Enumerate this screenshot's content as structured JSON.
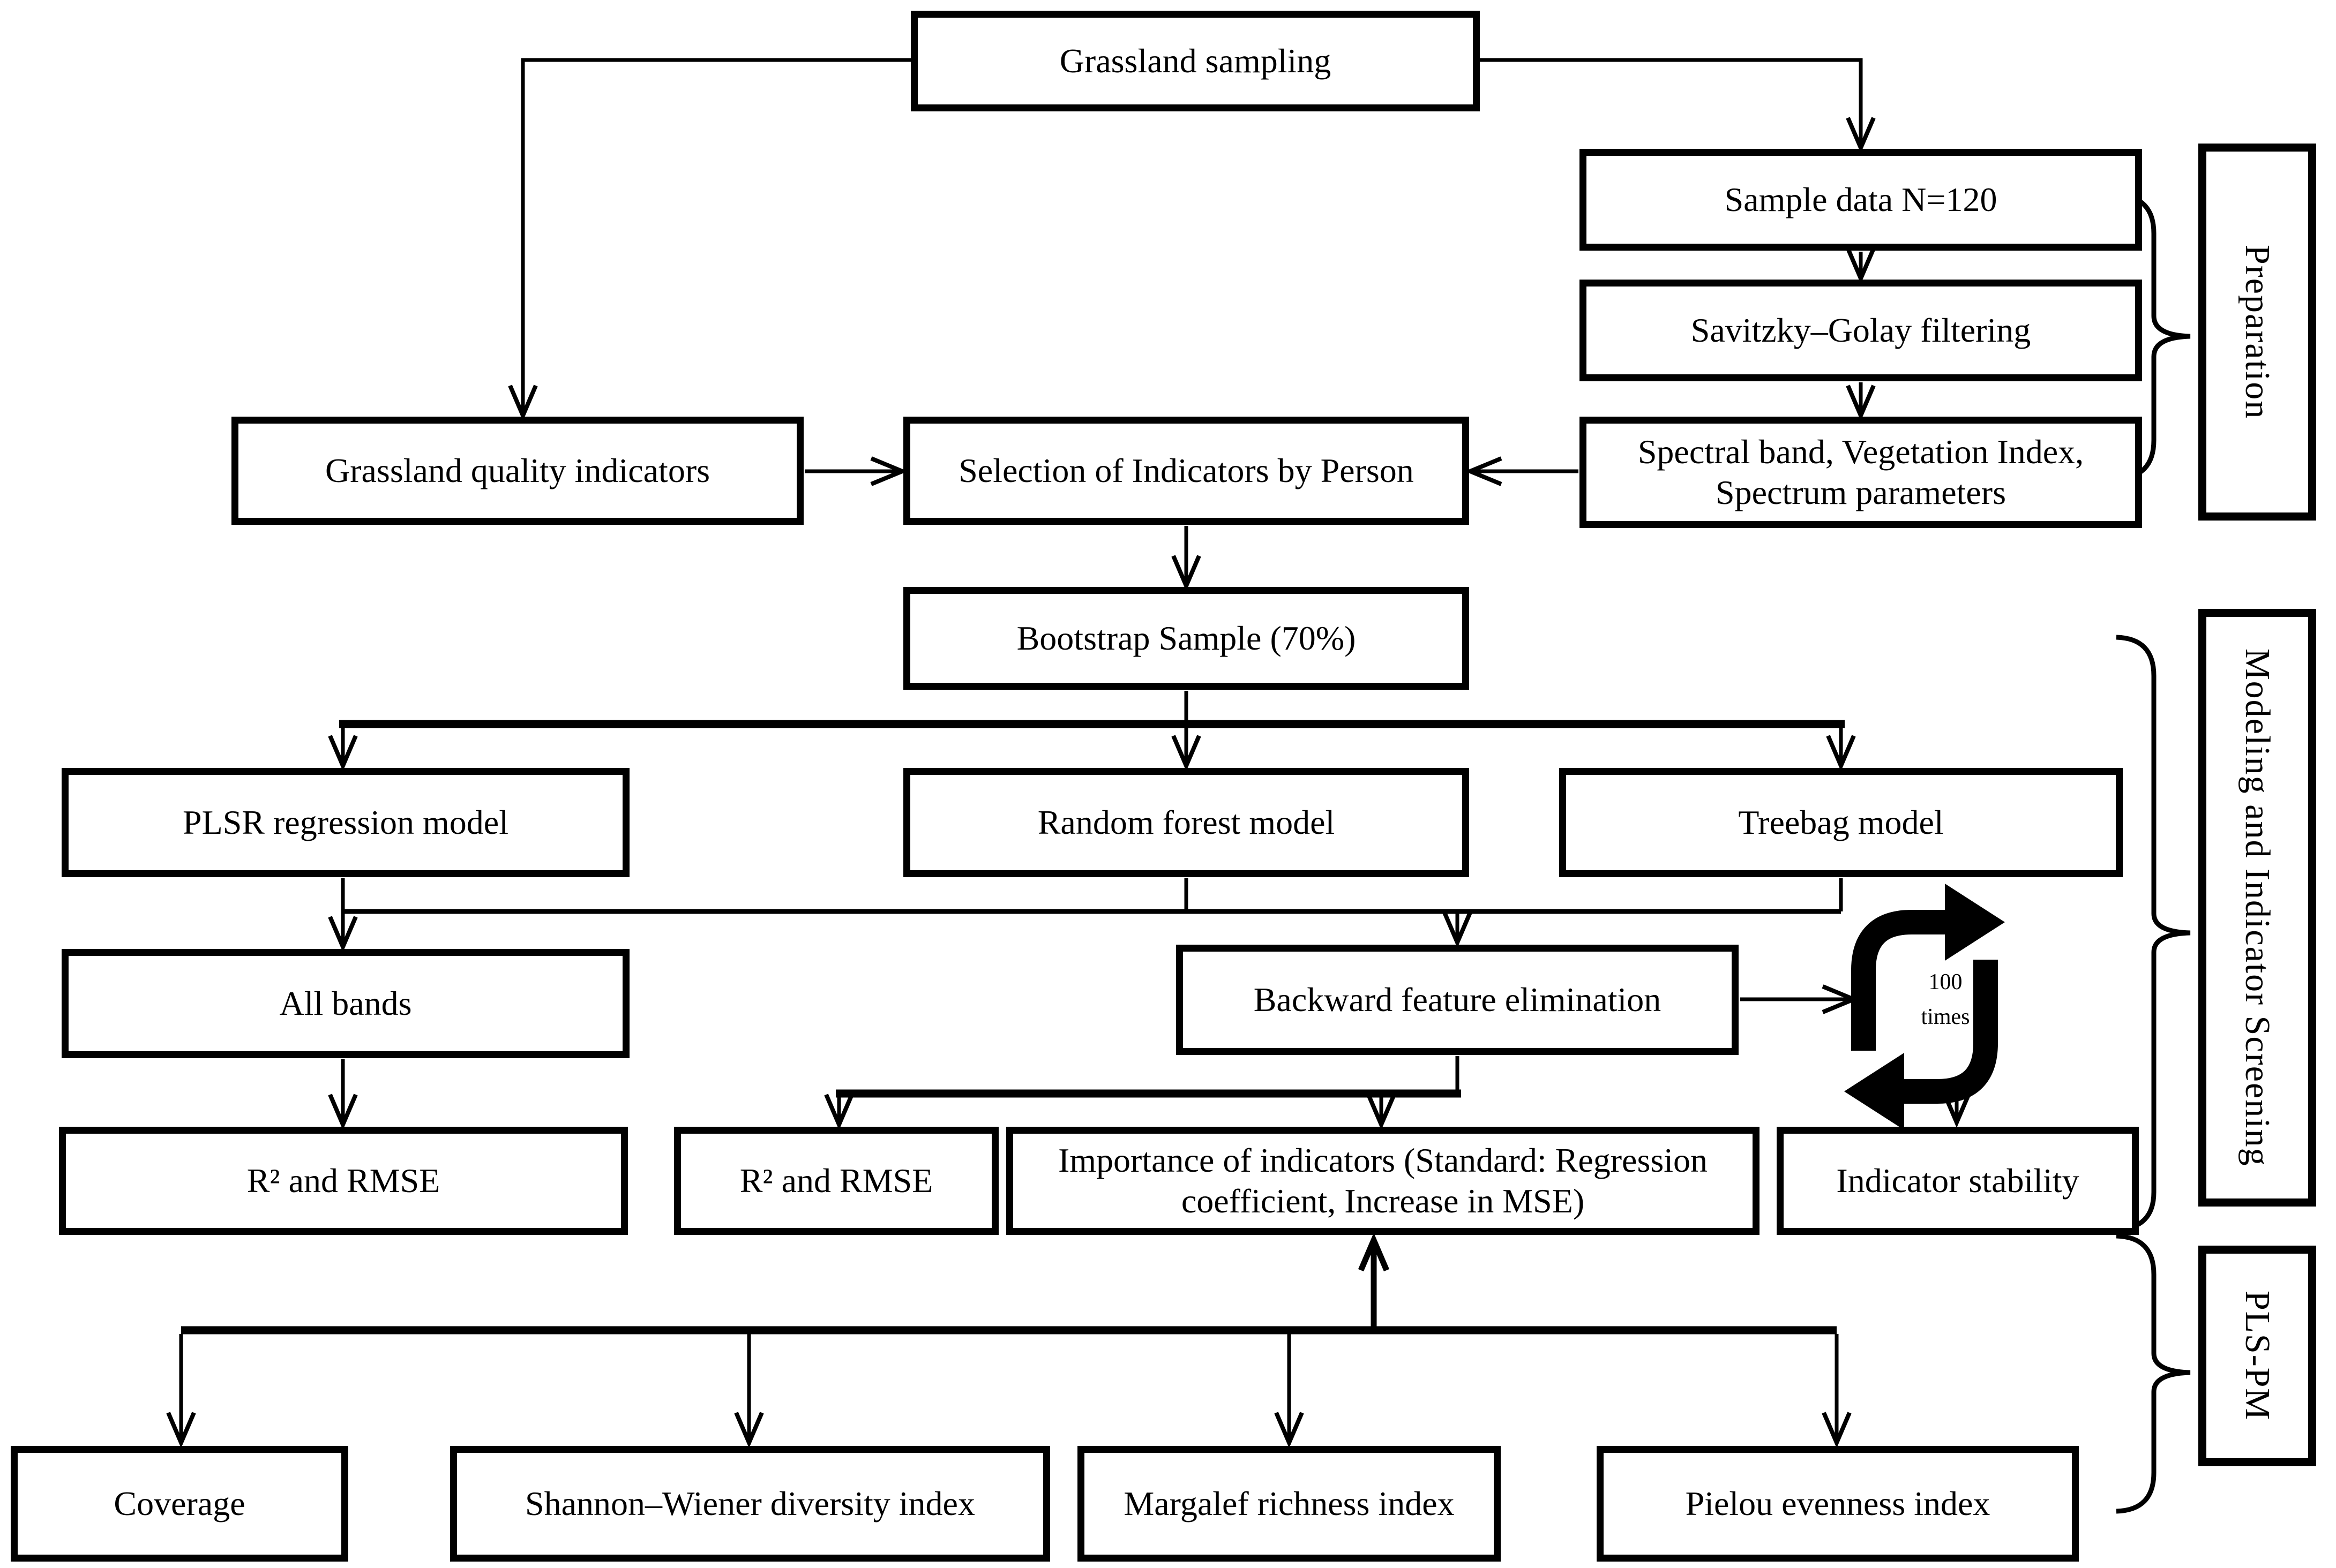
{
  "nodes": {
    "grassland_sampling": {
      "label": "Grassland sampling"
    },
    "sample_data": {
      "label": "Sample data N=120"
    },
    "sg_filtering": {
      "label": "Savitzky–Golay filtering"
    },
    "spectral_band": {
      "label": "Spectral band, Vegetation Index, Spectrum parameters"
    },
    "grassland_quality": {
      "label": "Grassland quality indicators"
    },
    "selection": {
      "label": "Selection of Indicators by Person"
    },
    "bootstrap": {
      "label": "Bootstrap Sample (70%)"
    },
    "plsr": {
      "label": "PLSR regression model"
    },
    "random_forest": {
      "label": "Random forest model"
    },
    "treebag": {
      "label": "Treebag model"
    },
    "all_bands": {
      "label": "All bands"
    },
    "backward_elimination": {
      "label": "Backward feature elimination"
    },
    "r2_rmse_left": {
      "label": "R² and RMSE"
    },
    "r2_rmse_mid": {
      "label": "R² and RMSE"
    },
    "importance": {
      "label": "Importance of indicators (Standard: Regression coefficient, Increase in MSE)"
    },
    "indicator_stability": {
      "label": "Indicator stability"
    },
    "coverage": {
      "label": "Coverage"
    },
    "shannon": {
      "label": "Shannon–Wiener diversity index"
    },
    "margalef": {
      "label": "Margalef richness index"
    },
    "pielou": {
      "label": "Pielou evenness index"
    }
  },
  "stage_labels": {
    "preparation": {
      "label": "Preparation"
    },
    "modeling": {
      "label": "Modeling and Indicator Screening"
    },
    "pls_pm": {
      "label": "PLS-PM"
    }
  },
  "loop": {
    "label": "100 times"
  },
  "icons": {
    "loop_icon": "clockwise-refresh-arrows"
  },
  "colors": {
    "line": "#000000",
    "box_border": "#000000",
    "background": "#ffffff",
    "text": "#000000"
  }
}
